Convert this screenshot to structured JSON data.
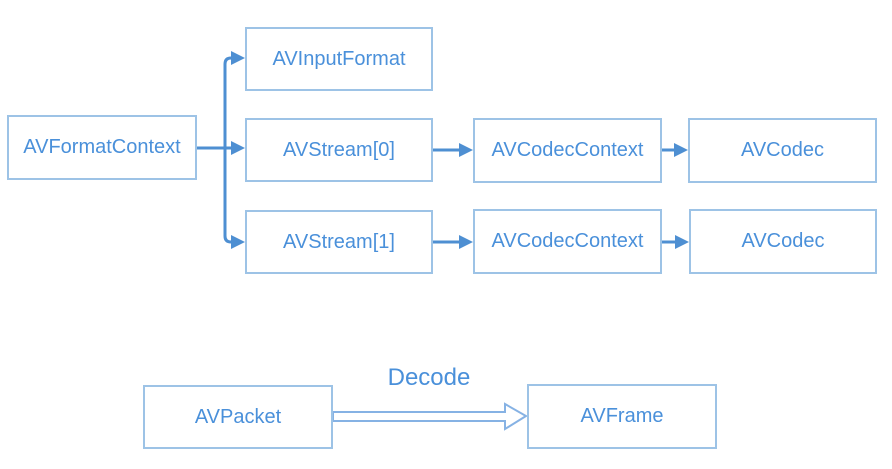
{
  "diagram": {
    "nodes": [
      {
        "id": "avformatcontext",
        "label": "AVFormatContext"
      },
      {
        "id": "avinputformat",
        "label": "AVInputFormat"
      },
      {
        "id": "avstream0",
        "label": "AVStream[0]"
      },
      {
        "id": "avcodeccontext-row1",
        "label": "AVCodecContext"
      },
      {
        "id": "avcodec-row1",
        "label": "AVCodec"
      },
      {
        "id": "avstream1",
        "label": "AVStream[1]"
      },
      {
        "id": "avcodeccontext-row2",
        "label": "AVCodecContext"
      },
      {
        "id": "avcodec-row2",
        "label": "AVCodec"
      },
      {
        "id": "avpacket",
        "label": "AVPacket"
      },
      {
        "id": "avframe",
        "label": "AVFrame"
      }
    ],
    "edges": [
      {
        "from": "avformatcontext",
        "to": "avinputformat"
      },
      {
        "from": "avformatcontext",
        "to": "avstream0"
      },
      {
        "from": "avformatcontext",
        "to": "avstream1"
      },
      {
        "from": "avstream0",
        "to": "avcodeccontext-row1"
      },
      {
        "from": "avcodeccontext-row1",
        "to": "avcodec-row1"
      },
      {
        "from": "avstream1",
        "to": "avcodeccontext-row2"
      },
      {
        "from": "avcodeccontext-row2",
        "to": "avcodec-row2"
      },
      {
        "from": "avpacket",
        "to": "avframe",
        "label": "Decode",
        "style": "hollow-block-arrow"
      }
    ],
    "colors": {
      "background": "#FFFFFF",
      "node_border": "#9DC3E6",
      "node_text": "#4A90DA",
      "connector": "#4E8FD2",
      "hollow_arrow_outline": "#86B2E4"
    }
  }
}
